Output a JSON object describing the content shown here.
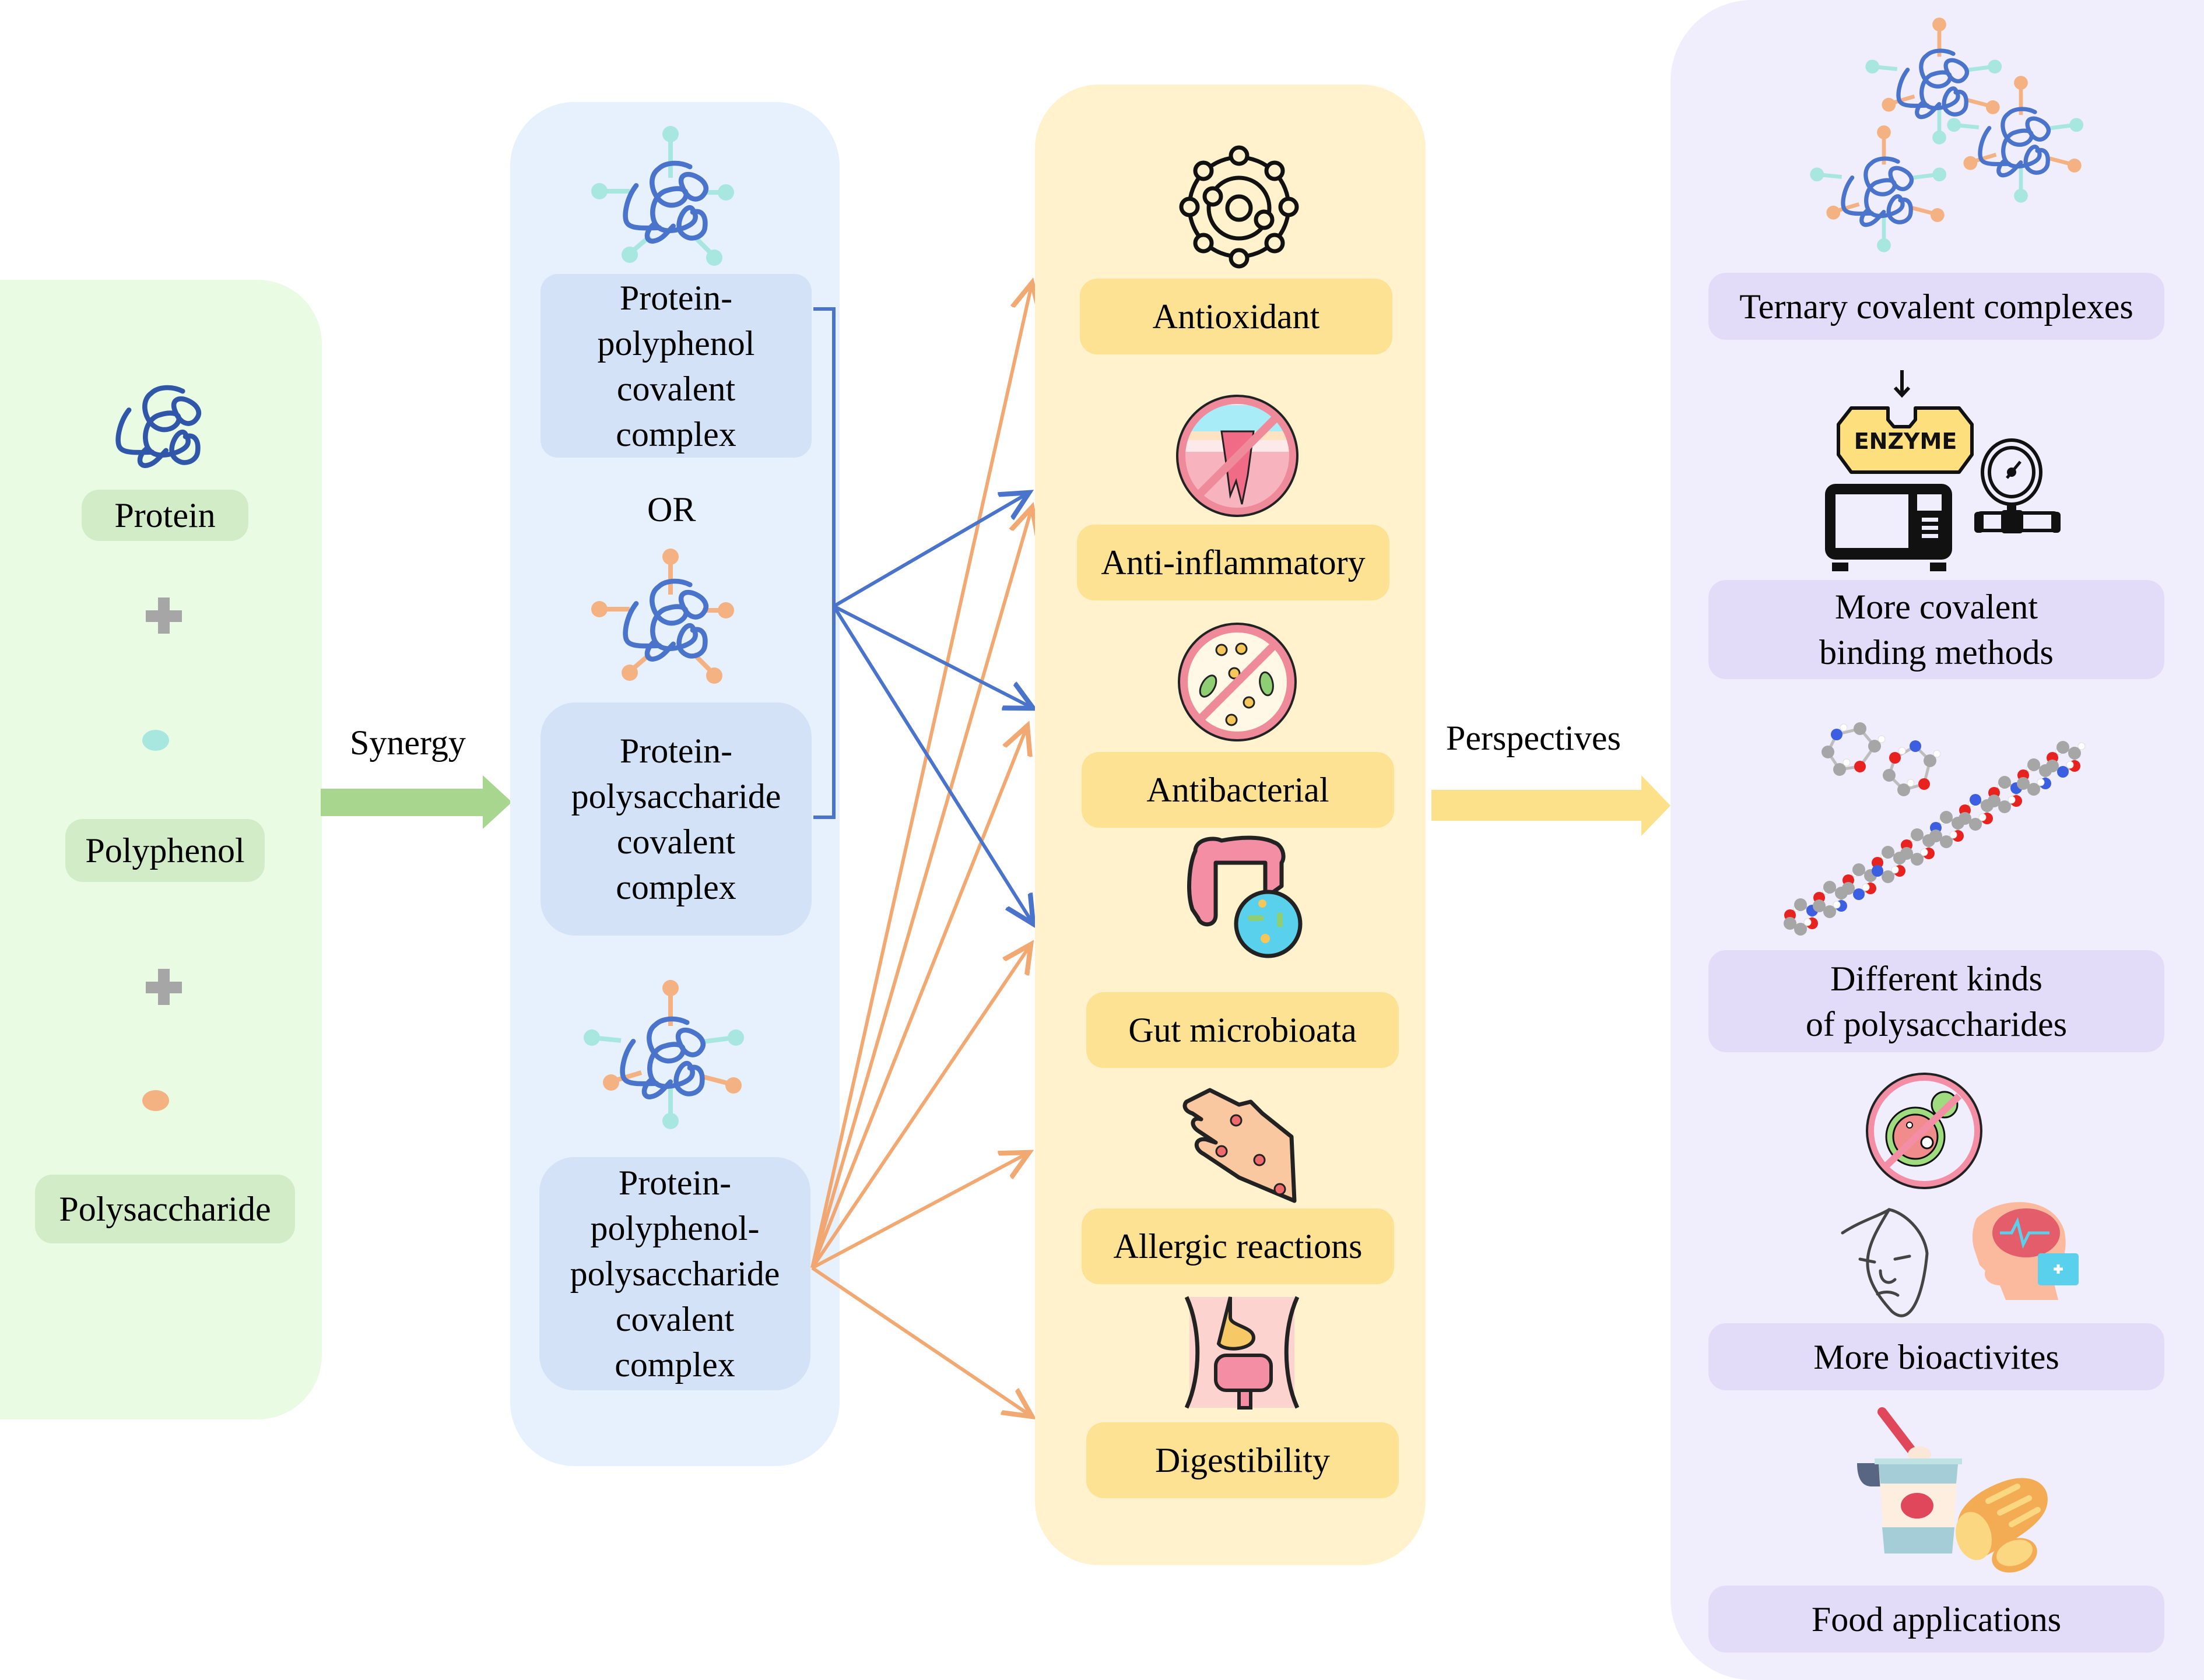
{
  "colors": {
    "green_panel": "#eafbe4",
    "green_label": "#d3ecc8",
    "green_arrow": "#a9d68f",
    "blue_panel": "#e6f1fd",
    "blue_label": "#d4e2f7",
    "protein_chain": "#4a74cb",
    "protein_chain_dark": "#2f56a8",
    "polyphenol": "#a8e6e0",
    "polysaccharide": "#f4b282",
    "blue_arrow": "#4a74cb",
    "orange_arrow": "#f2a46a",
    "yellow_panel": "#fff2cc",
    "yellow_label": "#fde293",
    "yellow_arrow": "#fde08a",
    "purple_panel": "#f0eefd",
    "purple_label": "#e3dcf8",
    "plus_gray": "#a6a6a6"
  },
  "components": {
    "protein": "Protein",
    "polyphenol": "Polyphenol",
    "polysaccharide": "Polysaccharide"
  },
  "synergy_label": "Synergy",
  "complexes": {
    "protein_polyphenol": [
      "Protein-",
      "polyphenol",
      "covalent",
      "complex"
    ],
    "or_label": "OR",
    "protein_polysaccharide": [
      "Protein-",
      "polysaccharide",
      "covalent",
      "complex"
    ],
    "ternary": [
      "Protein-",
      "polyphenol-",
      "polysaccharide",
      "covalent",
      "complex"
    ]
  },
  "functions": [
    {
      "label": "Antioxidant",
      "icon": "antioxidant-molecule-icon"
    },
    {
      "label": "Anti-inflammatory",
      "icon": "no-inflammation-icon"
    },
    {
      "label": "Antibacterial",
      "icon": "no-bacteria-icon"
    },
    {
      "label": "Gut microbioata",
      "icon": "intestine-microbe-icon"
    },
    {
      "label": "Allergic reactions",
      "icon": "rash-hand-icon"
    },
    {
      "label": "Digestibility",
      "icon": "digestive-system-icon"
    }
  ],
  "perspectives_label": "Perspectives",
  "enzyme_text": "ENZYME",
  "perspectives": [
    {
      "label": [
        "Ternary covalent complexes"
      ],
      "icon": "ternary-complexes-icon"
    },
    {
      "label": [
        "More covalent",
        "binding methods"
      ],
      "icon": "enzyme-microwave-pressure-icon"
    },
    {
      "label": [
        "Different kinds",
        "of polysaccharides"
      ],
      "icon": "polysaccharide-molecule-icon"
    },
    {
      "label": [
        "More bioactivites"
      ],
      "icon": "bioactivity-icon"
    },
    {
      "label": [
        "Food applications"
      ],
      "icon": "yogurt-bread-icon"
    }
  ]
}
